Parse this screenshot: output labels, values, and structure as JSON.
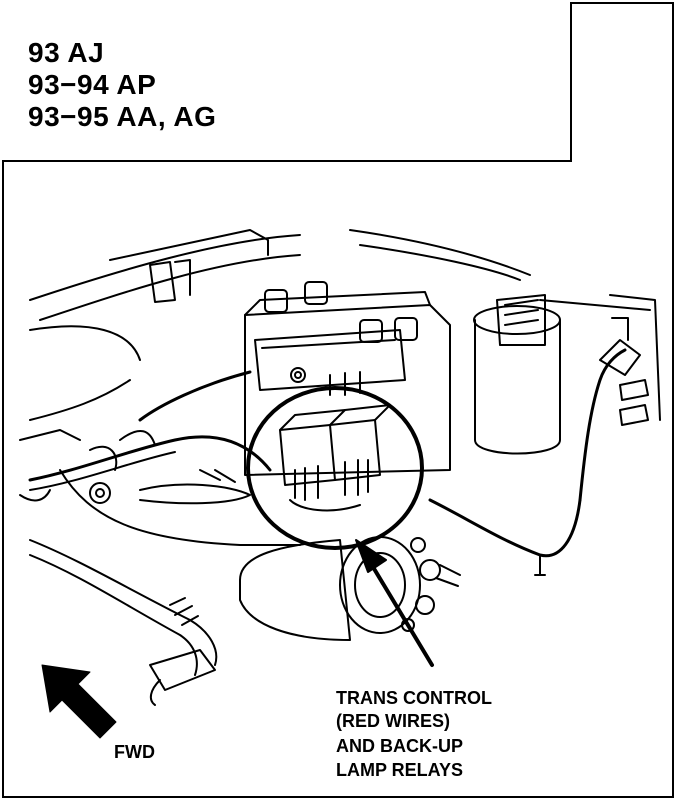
{
  "header": {
    "models": [
      "93 AJ",
      "93−94 AP",
      "93−95 AA, AG"
    ]
  },
  "labels": {
    "fwd": "FWD",
    "relay_callout": [
      "TRANS CONTROL",
      "(RED WIRES)",
      "AND BACK-UP",
      "LAMP RELAYS"
    ]
  }
}
